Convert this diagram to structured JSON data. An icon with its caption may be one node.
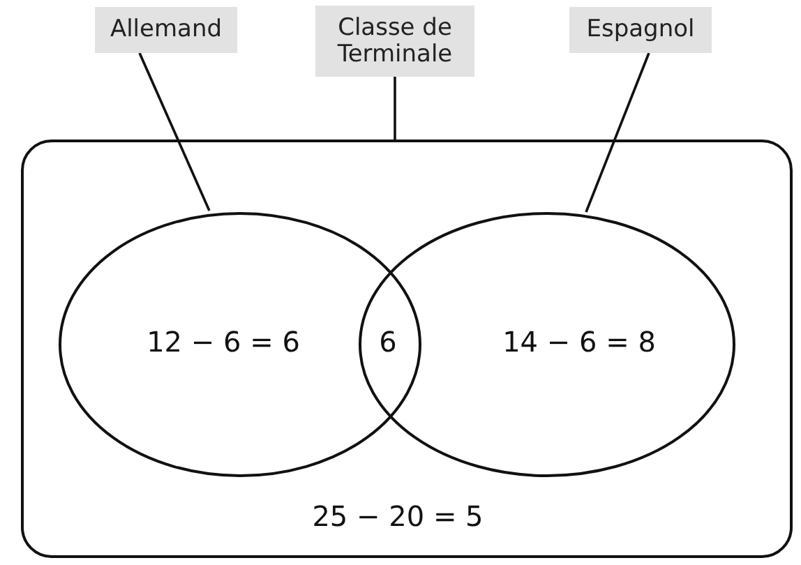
{
  "diagram": {
    "nodes": [
      {
        "text": [
          "Allemand"
        ]
      },
      {
        "text": [
          "Classe de Terminale"
        ]
      },
      {
        "text": [
          "Espagnol"
        ]
      },
      {
        "text": [],
        "shape": "box"
      },
      {
        "text": [],
        "shape": "ellipse",
        "in": 3
      },
      {
        "text": [],
        "shape": "ellipse",
        "in": 3
      }
    ],
    "edges": [
      {
        "from": 0,
        "to": 4,
        "arrow": "none"
      },
      {
        "from": 1,
        "to": 3,
        "arrow": "none"
      },
      {
        "from": 2,
        "to": 5,
        "arrow": "none"
      }
    ],
    "labels": [
      "12 − 6 = 6",
      "6",
      "14 − 6 = 8",
      "25 − 20 = 5"
    ]
  }
}
